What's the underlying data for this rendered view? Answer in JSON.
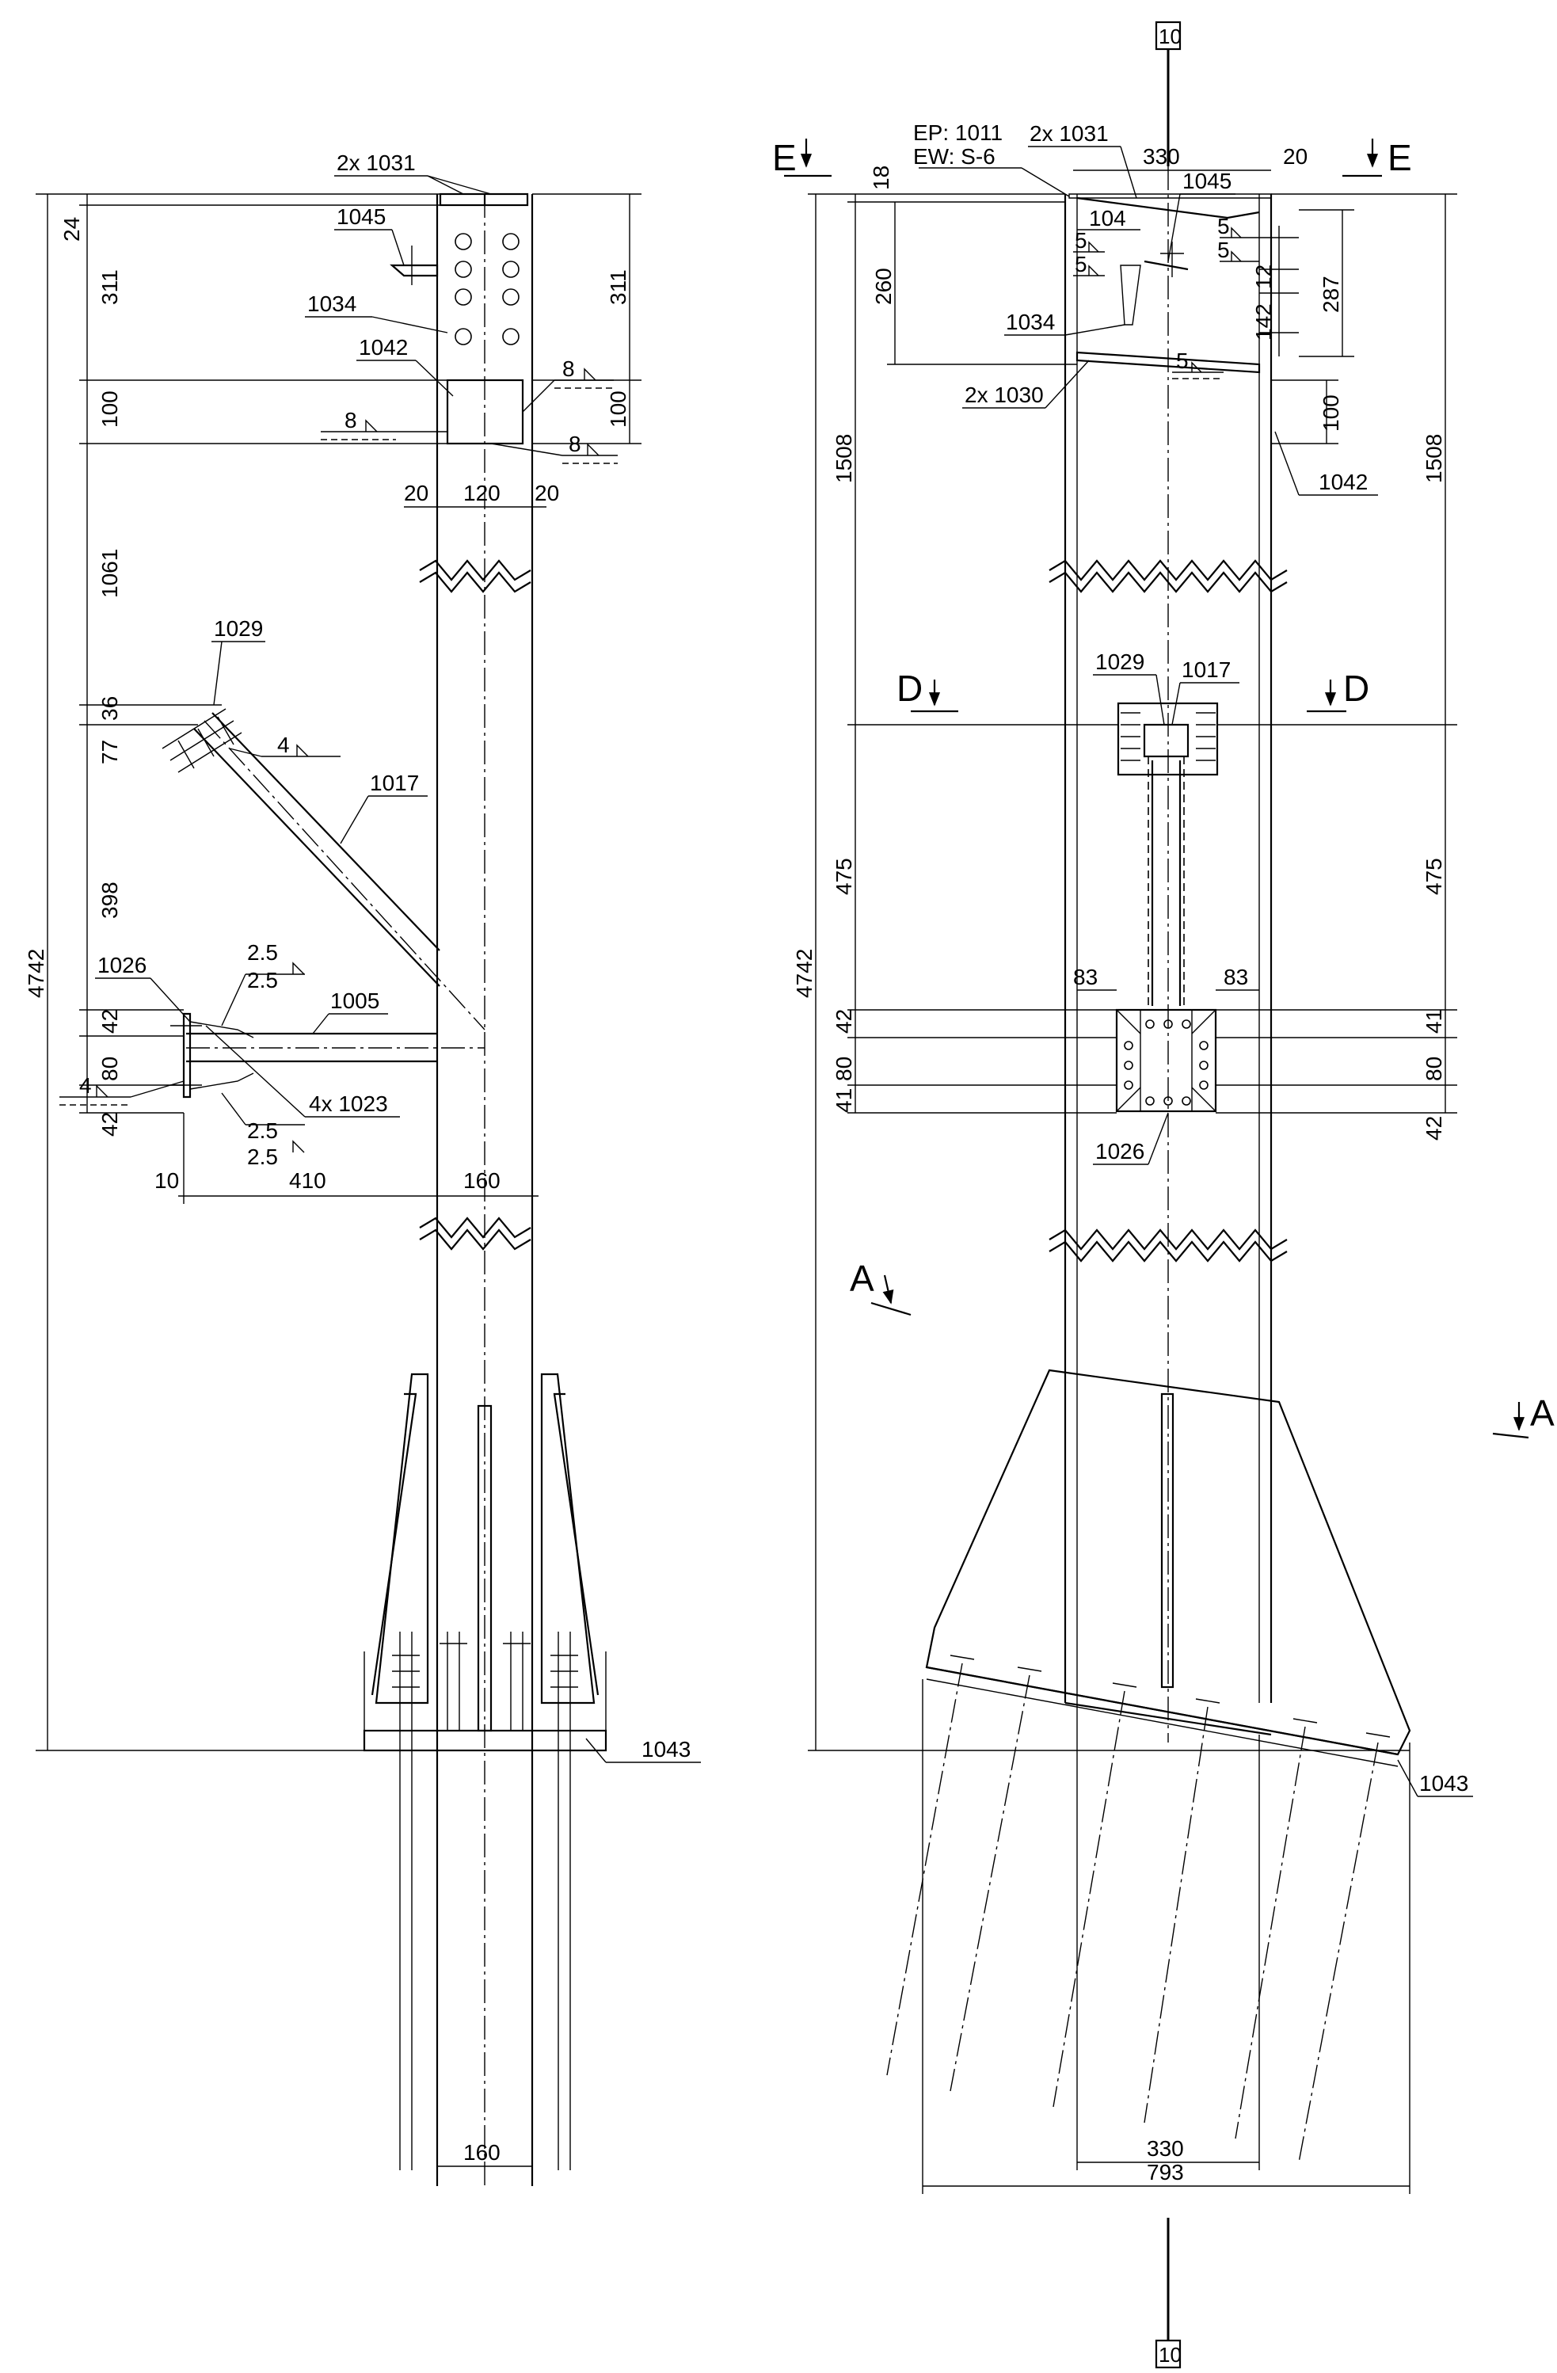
{
  "section_marks": {
    "top": "10",
    "bottom": "10",
    "e_left": "E",
    "e_right": "E",
    "d_left": "D",
    "d_right": "D",
    "a_left": "A",
    "a_right": "A"
  },
  "left_view": {
    "parts": {
      "p1031": "2x 1031",
      "p1045": "1045",
      "p1034": "1034",
      "p1042": "1042",
      "p1029": "1029",
      "p1017": "1017",
      "p1026": "1026",
      "p1005": "1005",
      "p1023": "4x 1023",
      "p1043": "1043"
    },
    "welds": {
      "w8a": "8",
      "w8b": "8",
      "w8c": "8",
      "w4a": "4",
      "w4b": "4",
      "w25a": "2.5",
      "w25b": "2.5",
      "w25c": "2.5",
      "w25d": "2.5"
    },
    "dims": {
      "d24": "24",
      "d311l": "311",
      "d311r": "311",
      "d100l": "100",
      "d100r": "100",
      "d20a": "20",
      "d120": "120",
      "d20b": "20",
      "d1061": "1061",
      "d36": "36",
      "d77": "77",
      "d398": "398",
      "d4742": "4742",
      "d42a": "42",
      "d80": "80",
      "d42b": "42",
      "d10": "10",
      "d410": "410",
      "d160a": "160",
      "d160b": "160"
    }
  },
  "right_view": {
    "notes": {
      "ep": "EP: 1011",
      "ew": "EW: S-6"
    },
    "parts": {
      "p1031": "2x 1031",
      "p1045": "1045",
      "p1034": "1034",
      "p1030": "2x 1030",
      "p1042": "1042",
      "p1029": "1029",
      "p1017": "1017",
      "p1026": "1026",
      "p1043": "1043"
    },
    "welds": {
      "w5a": "5",
      "w5b": "5",
      "w5c": "5",
      "w5d": "5",
      "w5e": "5"
    },
    "dims": {
      "d18": "18",
      "d330t": "330",
      "d20": "20",
      "d104": "104",
      "d260": "260",
      "d287": "287",
      "d12": "12",
      "d142": "142",
      "d100": "100",
      "d1508l": "1508",
      "d1508r": "1508",
      "d475l": "475",
      "d475r": "475",
      "d4742": "4742",
      "d83a": "83",
      "d83b": "83",
      "d42l": "42",
      "d80l": "80",
      "d41l": "41",
      "d41r": "41",
      "d80r": "80",
      "d42r": "42",
      "d330b": "330",
      "d793": "793"
    }
  }
}
